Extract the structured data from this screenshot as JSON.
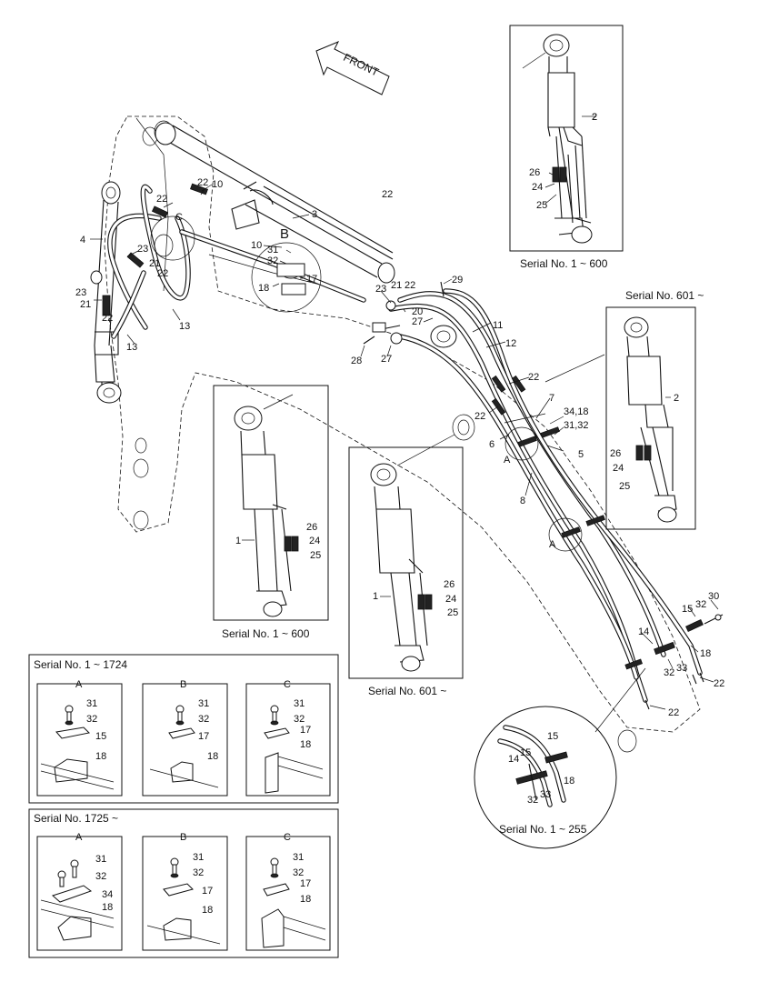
{
  "front_arrow": {
    "label": "FRONT"
  },
  "detail_b_label": "B",
  "detail_c_label": "C",
  "main_callouts": [
    {
      "id": "m-2",
      "text": "2"
    },
    {
      "id": "m-3",
      "text": "3"
    },
    {
      "id": "m-4",
      "text": "4"
    },
    {
      "id": "m-10a",
      "text": "10"
    },
    {
      "id": "m-22a",
      "text": "22"
    },
    {
      "id": "m-22b",
      "text": "22"
    },
    {
      "id": "m-10b",
      "text": "10"
    },
    {
      "id": "m-31a",
      "text": "31"
    },
    {
      "id": "m-32a",
      "text": "32"
    },
    {
      "id": "m-17a",
      "text": "17"
    },
    {
      "id": "m-18a",
      "text": "18"
    },
    {
      "id": "m-23a",
      "text": "23"
    },
    {
      "id": "m-21a",
      "text": "21"
    },
    {
      "id": "m-22c",
      "text": "22"
    },
    {
      "id": "m-23b",
      "text": "23"
    },
    {
      "id": "m-21b",
      "text": "21"
    },
    {
      "id": "m-22d",
      "text": "22"
    },
    {
      "id": "m-22e",
      "text": "22"
    },
    {
      "id": "m-13a",
      "text": "13"
    },
    {
      "id": "m-13b",
      "text": "13"
    },
    {
      "id": "m-23c",
      "text": "23"
    },
    {
      "id": "m-21c",
      "text": "21"
    },
    {
      "id": "m-22f",
      "text": "22"
    },
    {
      "id": "m-20",
      "text": "20"
    },
    {
      "id": "m-27a",
      "text": "27"
    },
    {
      "id": "m-29",
      "text": "29"
    },
    {
      "id": "m-11",
      "text": "11"
    },
    {
      "id": "m-12",
      "text": "12"
    },
    {
      "id": "m-28",
      "text": "28"
    },
    {
      "id": "m-27b",
      "text": "27"
    },
    {
      "id": "m-22g",
      "text": "22"
    },
    {
      "id": "m-7",
      "text": "7"
    },
    {
      "id": "m-3418",
      "text": "34,18"
    },
    {
      "id": "m-3132",
      "text": "31,32"
    },
    {
      "id": "m-22h",
      "text": "22"
    },
    {
      "id": "m-6",
      "text": "6"
    },
    {
      "id": "m-5",
      "text": "5"
    },
    {
      "id": "m-8",
      "text": "8"
    },
    {
      "id": "m-A1",
      "text": "A"
    },
    {
      "id": "m-A2",
      "text": "A"
    },
    {
      "id": "m-30",
      "text": "30"
    },
    {
      "id": "m-32b",
      "text": "32"
    },
    {
      "id": "m-15a",
      "text": "15"
    },
    {
      "id": "m-14a",
      "text": "14"
    },
    {
      "id": "m-18b",
      "text": "18"
    },
    {
      "id": "m-32c",
      "text": "32"
    },
    {
      "id": "m-33a",
      "text": "33"
    },
    {
      "id": "m-22i",
      "text": "22"
    },
    {
      "id": "m-22j",
      "text": "22"
    }
  ],
  "inset_top_right": {
    "caption": "Serial No. 1 ~ 600",
    "callouts": [
      "2",
      "26",
      "24",
      "25"
    ]
  },
  "inset_right": {
    "caption": "Serial No. 601 ~",
    "callouts": [
      "2",
      "26",
      "24",
      "25"
    ]
  },
  "inset_center_left": {
    "caption": "Serial No. 1 ~ 600",
    "callouts": [
      "1",
      "26",
      "24",
      "25"
    ]
  },
  "inset_center": {
    "caption": "Serial No. 601 ~",
    "callouts": [
      "1",
      "26",
      "24",
      "25"
    ]
  },
  "inset_round": {
    "caption": "Serial No. 1 ~ 255",
    "callouts": [
      "15",
      "15",
      "14",
      "18",
      "32",
      "33"
    ]
  },
  "clamp_group_1": {
    "title": "Serial No. 1 ~ 1724",
    "panels": [
      {
        "letter": "A",
        "callouts": [
          "31",
          "32",
          "15",
          "18"
        ]
      },
      {
        "letter": "B",
        "callouts": [
          "31",
          "32",
          "17",
          "18"
        ]
      },
      {
        "letter": "C",
        "callouts": [
          "31",
          "32",
          "17",
          "18"
        ]
      }
    ]
  },
  "clamp_group_2": {
    "title": "Serial No. 1725 ~",
    "panels": [
      {
        "letter": "A",
        "callouts": [
          "31",
          "32",
          "34",
          "18"
        ]
      },
      {
        "letter": "B",
        "callouts": [
          "31",
          "32",
          "17",
          "18"
        ]
      },
      {
        "letter": "C",
        "callouts": [
          "31",
          "32",
          "17",
          "18"
        ]
      }
    ]
  }
}
